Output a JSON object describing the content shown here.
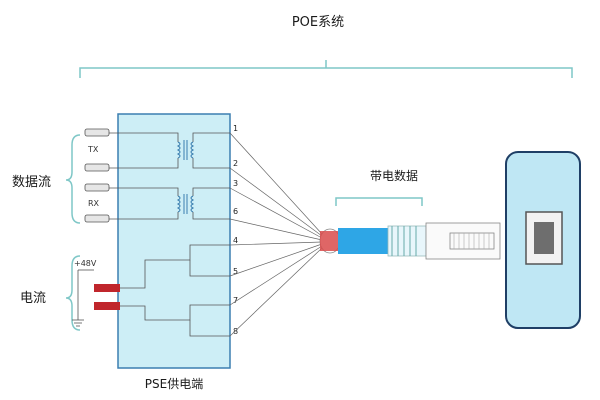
{
  "title": "POE系统",
  "labels": {
    "data_flow": "数据流",
    "current": "电流",
    "pse": "PSE供电端",
    "powered_data": "带电数据",
    "tx": "TX",
    "rx": "RX",
    "voltage": "+48V"
  },
  "pins": [
    "1",
    "2",
    "3",
    "6",
    "4",
    "5",
    "7",
    "8"
  ],
  "colors": {
    "bracket": "#7fc7c7",
    "pse_fill": "#cdeef6",
    "pse_stroke": "#3b7fb0",
    "cable": "#2ea6e6",
    "device_fill": "#bfe7f4",
    "device_stroke": "#1f3f66",
    "red_connector": "#c0262c"
  }
}
